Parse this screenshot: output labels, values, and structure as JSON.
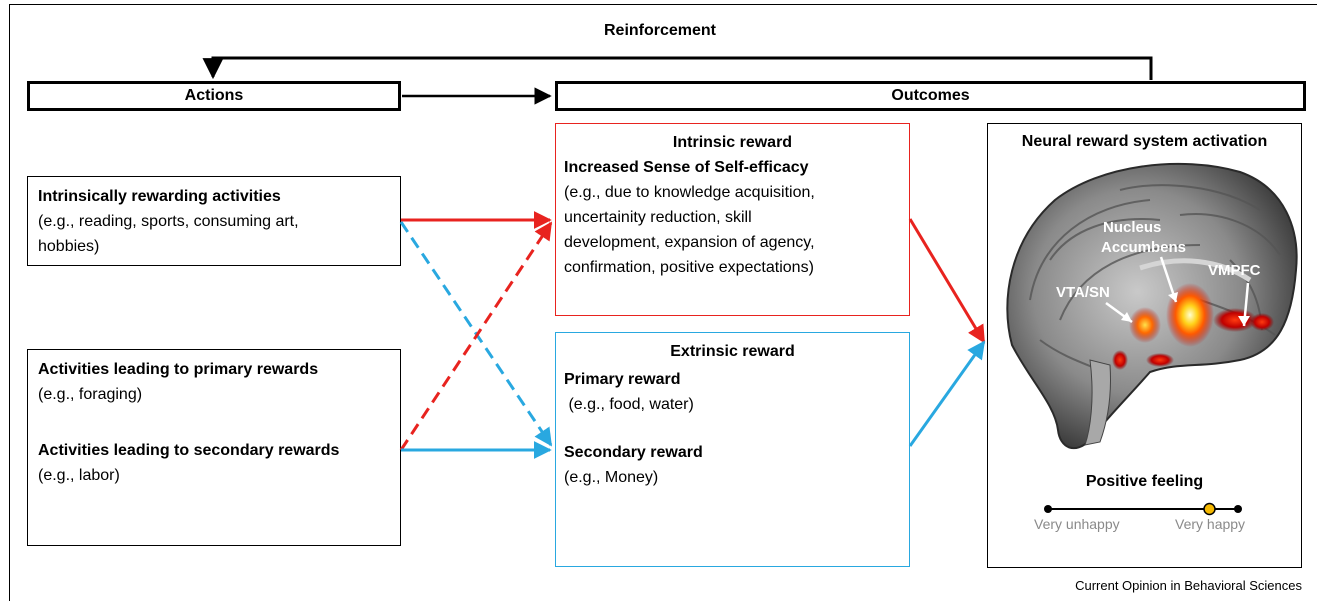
{
  "reinforcement_label": "Reinforcement",
  "actions_header": "Actions",
  "outcomes_header": "Outcomes",
  "activities": {
    "intrinsic": {
      "title": "Intrinsically rewarding activities",
      "desc_1": "(e.g., reading, sports, consuming art,",
      "desc_2": "hobbies)"
    },
    "primary": {
      "title": "Activities leading to primary rewards",
      "desc": "(e.g., foraging)"
    },
    "secondary": {
      "title": "Activities leading to secondary rewards",
      "desc": "(e.g., labor)"
    }
  },
  "intrinsic_reward": {
    "title": "Intrinsic reward",
    "subtitle": "Increased Sense of Self-efficacy",
    "lines": [
      "(e.g., due to knowledge acquisition,",
      "uncertainity reduction, skill",
      "development, expansion of agency,",
      "confirmation, positive expectations)"
    ]
  },
  "extrinsic_reward": {
    "title": "Extrinsic reward",
    "primary_title": "Primary reward",
    "primary_desc": " (e.g., food, water)",
    "secondary_title": "Secondary reward",
    "secondary_desc": "(e.g., Money)"
  },
  "neural": {
    "title": "Neural reward system activation",
    "labels": {
      "nucleus": "Nucleus",
      "accumbens": "Accumbens",
      "vmpfc": "VMPFC",
      "vta": "VTA/SN"
    },
    "feeling_title": "Positive feeling",
    "scale_left": "Very unhappy",
    "scale_right": "Very happy",
    "feeling_level": 0.85
  },
  "footer": "Current Opinion in Behavioral Sciences",
  "colors": {
    "intrinsic": "#e8231f",
    "extrinsic": "#29a8e0",
    "marker": "#f5b800"
  }
}
